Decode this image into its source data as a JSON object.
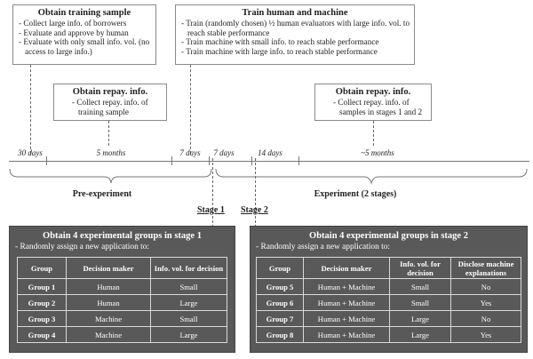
{
  "top_boxes": [
    {
      "title": "Obtain training sample",
      "items": [
        "Collect large info. of borrowers",
        "Evaluate and approve by human",
        "Evaluate with only small info. vol. (no access to large info.)"
      ]
    },
    {
      "title": "Train human and machine",
      "items": [
        "Train (randomly chosen) ½ human evaluators with large info. vol. to reach stable performance",
        "Train machine with small info. to reach stable performance",
        "Train machine with large info. to reach stable performance"
      ]
    }
  ],
  "mid_boxes": [
    {
      "title": "Obtain repay. info.",
      "items": [
        "Collect repay. info. of training sample"
      ]
    },
    {
      "title": "Obtain repay. info.",
      "items": [
        "Collect repay. info. of samples in stages 1 and 2"
      ]
    }
  ],
  "timeline": {
    "periods": [
      "30 days",
      "5 months",
      "7 days",
      "7 days",
      "14 days",
      "~5 months"
    ],
    "phases": [
      "Pre-experiment",
      "Experiment (2 stages)"
    ],
    "stages": [
      "Stage 1",
      "Stage 2"
    ]
  },
  "stage1": {
    "title": "Obtain 4 experimental groups in stage 1",
    "subtitle": "- Randomly assign a new application to:",
    "headers": [
      "Group",
      "Decision maker",
      "Info. vol. for decision"
    ],
    "rows": [
      [
        "Group 1",
        "Human",
        "Small"
      ],
      [
        "Group 2",
        "Human",
        "Large"
      ],
      [
        "Group 3",
        "Machine",
        "Small"
      ],
      [
        "Group 4",
        "Machine",
        "Large"
      ]
    ]
  },
  "stage2": {
    "title": "Obtain 4 experimental groups in stage 2",
    "subtitle": "- Randomly assign a new application to:",
    "headers": [
      "Group",
      "Decision maker",
      "Info. vol. for decision",
      "Disclose machine explanations"
    ],
    "rows": [
      [
        "Group 5",
        "Human + Machine",
        "Small",
        "No"
      ],
      [
        "Group 6",
        "Human + Machine",
        "Small",
        "Yes"
      ],
      [
        "Group 7",
        "Human + Machine",
        "Large",
        "No"
      ],
      [
        "Group 8",
        "Human + Machine",
        "Large",
        "Yes"
      ]
    ]
  },
  "colors": {
    "panel": "#595959",
    "border": "#8a8a8a",
    "line": "#777777"
  }
}
